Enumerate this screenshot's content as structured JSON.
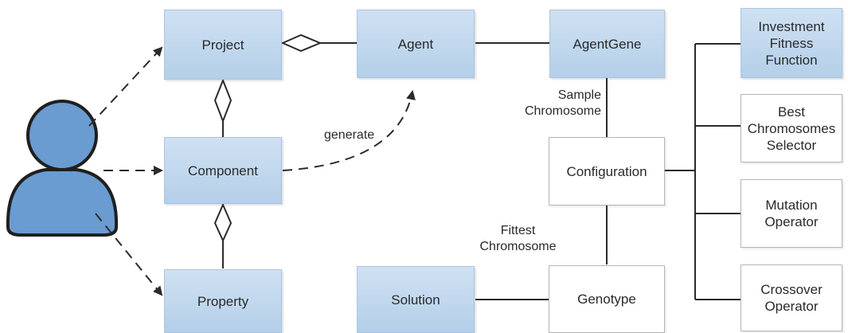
{
  "nodes": {
    "project": "Project",
    "agent": "Agent",
    "agent_gene": "AgentGene",
    "component": "Component",
    "property": "Property",
    "configuration": "Configuration",
    "solution": "Solution",
    "genotype": "Genotype",
    "investment_fitness_function": "Investment\nFitness\nFunction",
    "best_chromosomes_selector": "Best\nChromosomes\nSelector",
    "mutation_operator": "Mutation\nOperator",
    "crossover_operator": "Crossover\nOperator"
  },
  "edge_labels": {
    "generate": "generate",
    "sample_chromosome": "Sample\nChromosome",
    "fittest_chromosome": "Fittest\nChromosome"
  },
  "colors": {
    "blue_box": "#b4cfe9",
    "white_box": "#ffffff",
    "line": "#2b2b2b",
    "actor_fill": "#6a9bd1",
    "actor_stroke": "#1f1f1f"
  },
  "icons": {
    "actor": "user-icon"
  }
}
